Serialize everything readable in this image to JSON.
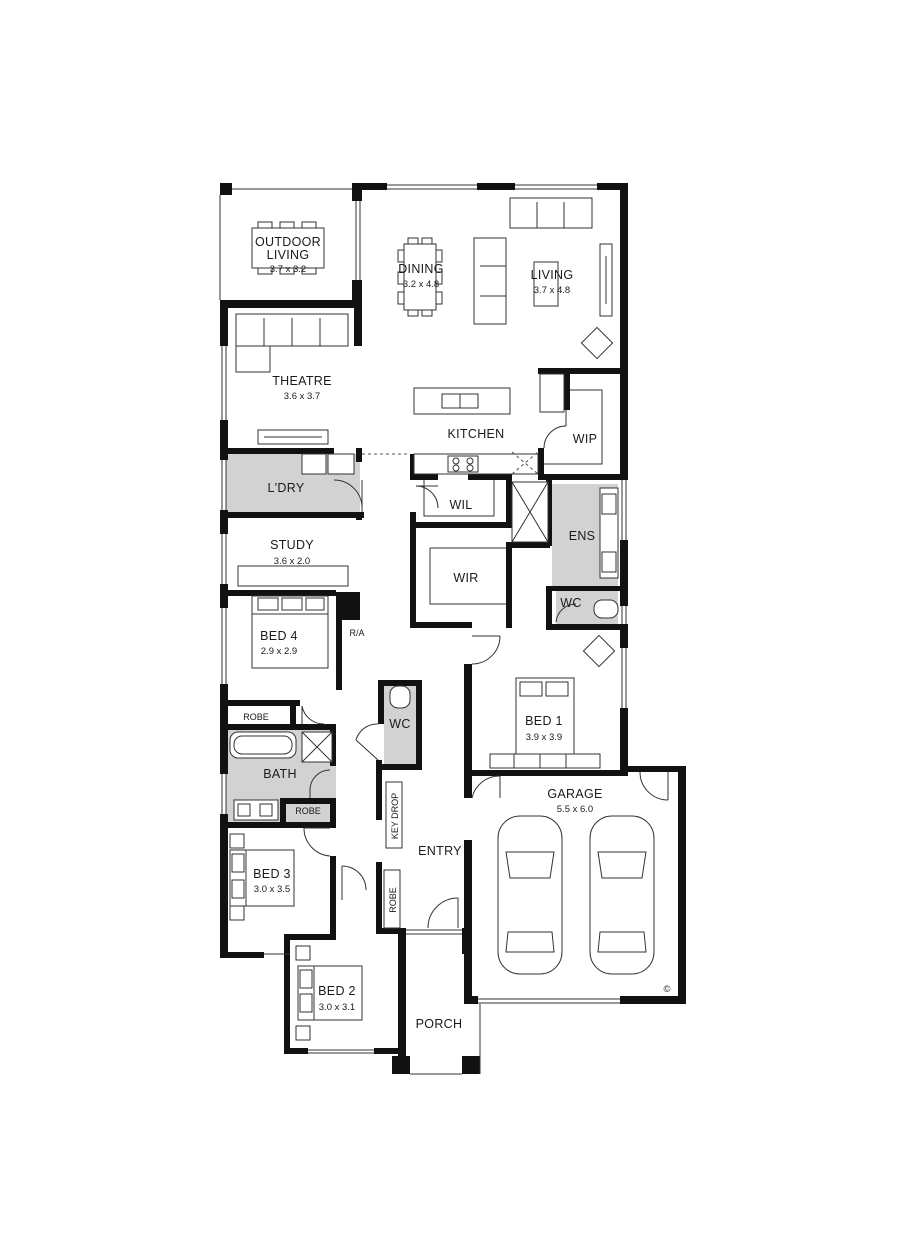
{
  "rooms": {
    "outdoor_living_1": "OUTDOOR",
    "outdoor_living_2": "LIVING",
    "outdoor_living_dim": "3.7 x 3.2",
    "dining": "DINING",
    "dining_dim": "3.2 x 4.8",
    "living": "LIVING",
    "living_dim": "3.7 x 4.8",
    "theatre": "THEATRE",
    "theatre_dim": "3.6 x 3.7",
    "kitchen": "KITCHEN",
    "wip": "WIP",
    "laundry": "L'DRY",
    "wil": "WIL",
    "study": "STUDY",
    "study_dim": "3.6 x 2.0",
    "wir": "WIR",
    "ens": "ENS",
    "wc_ensuite": "WC",
    "bed4": "BED 4",
    "bed4_dim": "2.9 x 2.9",
    "ra": "R/A",
    "robe_bed4": "ROBE",
    "wc_main": "WC",
    "bed1": "BED 1",
    "bed1_dim": "3.9 x 3.9",
    "bath": "BATH",
    "robe_bath": "ROBE",
    "garage": "GARAGE",
    "garage_dim": "5.5 x 6.0",
    "key_drop": "KEY DROP",
    "entry": "ENTRY",
    "bed3": "BED 3",
    "bed3_dim": "3.0 x 3.5",
    "robe_entry": "ROBE",
    "bed2": "BED 2",
    "bed2_dim": "3.0 x 3.1",
    "porch": "PORCH"
  },
  "copyright_mark": "©",
  "colors": {
    "wall": "#111111",
    "wet_area_fill": "#d2d2d2"
  }
}
